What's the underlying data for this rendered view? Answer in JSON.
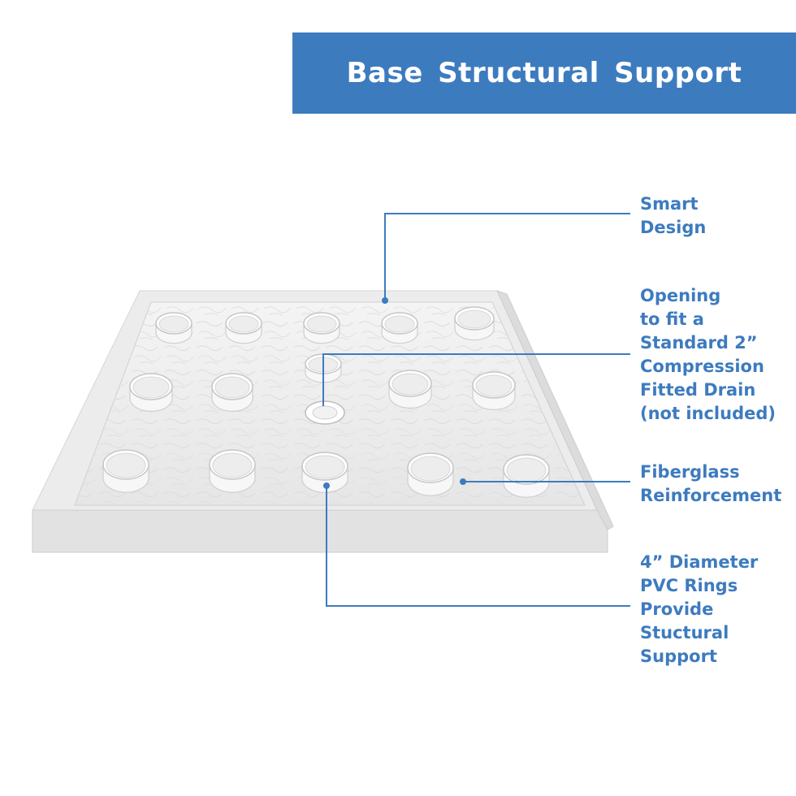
{
  "title": "Base Structural Support",
  "colors": {
    "accent": "#3d7bbf",
    "tray": "#eeeeee",
    "tray_edge": "#d2d2d2",
    "leader": "#3d7bbf"
  },
  "callouts": {
    "smart_design": {
      "lines": [
        "Smart",
        "Design"
      ]
    },
    "drain_opening": {
      "lines": [
        "Opening",
        "to fit a",
        "Standard 2”",
        "Compression",
        "Fitted Drain",
        "(not included)"
      ]
    },
    "fiberglass": {
      "lines": [
        "Fiberglass",
        "Reinforcement"
      ]
    },
    "pvc_rings": {
      "lines": [
        "4” Diameter",
        "PVC Rings",
        "Provide",
        "Stuctural",
        "Support"
      ]
    }
  },
  "icons": {
    "tray": "shower-base-tray",
    "drain": "drain-icon",
    "ring": "pvc-ring-icon"
  }
}
